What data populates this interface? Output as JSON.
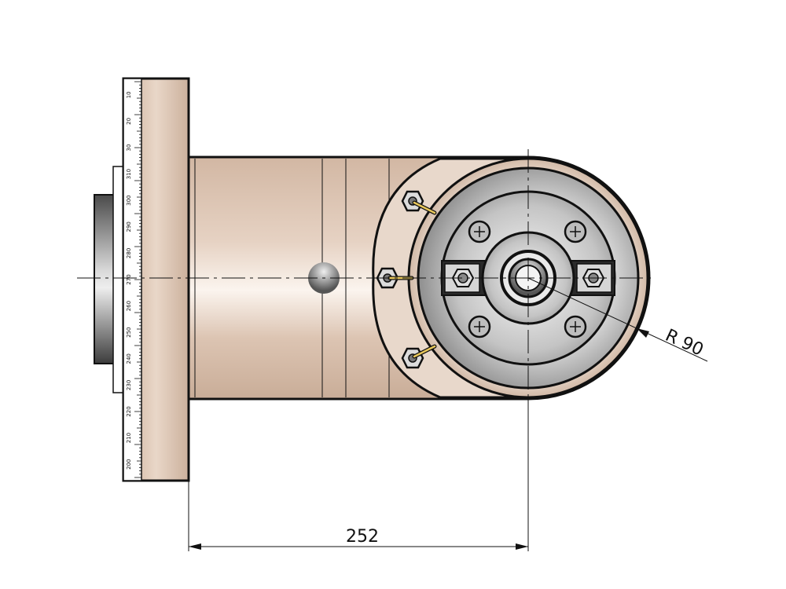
{
  "dimensions": {
    "length_label": "252",
    "radius_label": "R 90"
  },
  "scale": {
    "labels": [
      "10",
      "20",
      "30",
      "310",
      "300",
      "290",
      "280",
      "270",
      "260",
      "250",
      "240",
      "230",
      "220",
      "210",
      "200"
    ]
  },
  "colors": {
    "body": "#dbc3b1",
    "body_light": "#f6ece4",
    "body_dark": "#b99c87",
    "outline": "#111111",
    "steel_light": "#f2f2f2",
    "steel_dark": "#8a8a8a",
    "brass": "#e8c75a"
  }
}
